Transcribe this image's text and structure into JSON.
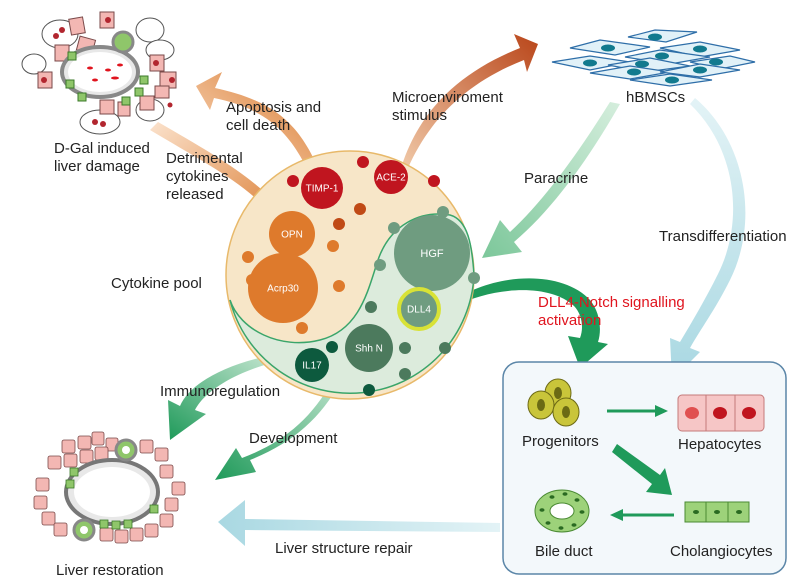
{
  "labels": {
    "dgal": [
      "D-Gal induced",
      "liver damage"
    ],
    "apoptosis": [
      "Apoptosis and",
      "cell death"
    ],
    "microenv": [
      "Microenviroment",
      "stimulus"
    ],
    "hbmscs": "hBMSCs",
    "detrimental": [
      "Detrimental",
      "cytokines",
      "released"
    ],
    "paracrine": "Paracrine",
    "transdiff": "Transdifferentiation",
    "cytokine_pool": "Cytokine pool",
    "dll4_notch": [
      "DLL4-Notch signalling",
      "activation"
    ],
    "immunoregulation": "Immunoregulation",
    "development": "Development",
    "progenitors": "Progenitors",
    "hepatocytes": "Hepatocytes",
    "bile_duct": "Bile duct",
    "cholangiocytes": "Cholangiocytes",
    "liver_repair": "Liver structure repair",
    "liver_restoration": "Liver restoration"
  },
  "cytokines": {
    "timp1": "TIMP-1",
    "ace2": "ACE-2",
    "opn": "OPN",
    "acrp30": "Acrp30",
    "hgf": "HGF",
    "dll4": "DLL4",
    "shhn": "Shh N",
    "il17": "IL17"
  },
  "colors": {
    "orange_arrow": "#d9772a",
    "brown_arrow": "#b9461a",
    "green_arrow": "#1f9a5a",
    "light_green_arrow": "#7cc79a",
    "light_blue_arrow": "#a9d8e2",
    "pool_beige": "#f7e6c8",
    "pool_green": "#dcebdc",
    "notch_red": "#e0141e",
    "box_border": "#5b86a8",
    "box_bg": "#f3f8fb"
  }
}
